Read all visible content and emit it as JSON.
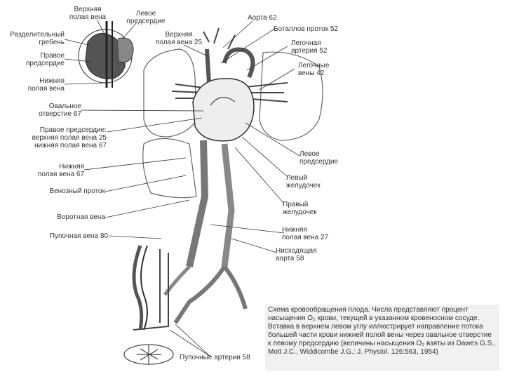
{
  "labels": {
    "svc_top": "Верхняя\nполая вена",
    "left_atrium_top": "Левое\nпредсердие",
    "septum": "Разделительный\nгребень",
    "right_atrium": "Правое\nпредсердие",
    "ivc_inset": "Нижняя\nполая вена",
    "aorta": "Аорта 62",
    "botallo": "Боталлов проток 52",
    "pulm_artery": "Легочная\nартерия 52",
    "pulm_veins": "Легочные\nвены 42",
    "svc_main": "Верхняя\nполая вена 25",
    "oval": "Овальное\nотверстие 67",
    "ra_mix": "Правое предсердие:\nверхняя полая вена 25\nнижняя полая вена 67",
    "ivc_main": "Нижняя\nполая вена 67",
    "venous_duct": "Венозный проток",
    "portal": "Воротная вена",
    "umb_vein": "Пупочная вена 80",
    "la": "Левое\nпредсердие",
    "lv": "Левый\nжелудочек",
    "rv": "Правый\nжелудочек",
    "ivc_low": "Нижняя\nполая вена 27",
    "desc_aorta": "Нисходящая\nаорта 58",
    "umb_arteries": "Пупочные артерии 58"
  },
  "caption": "Схема кровообращения плода. Числа представляют процент насыщения O₂ крови, текущей в указанном кровеносном сосуде. Вставка в верхнем левом углу иллюстрирует направление потока большей части крови нижней полой вены через овальное отверстие к левому предсердию (величины насыщения O₂ взяты из Dawes G.S., Mott J.C., Widdicombe J.G.: J. Physiol. 126:563, 1954)"
}
